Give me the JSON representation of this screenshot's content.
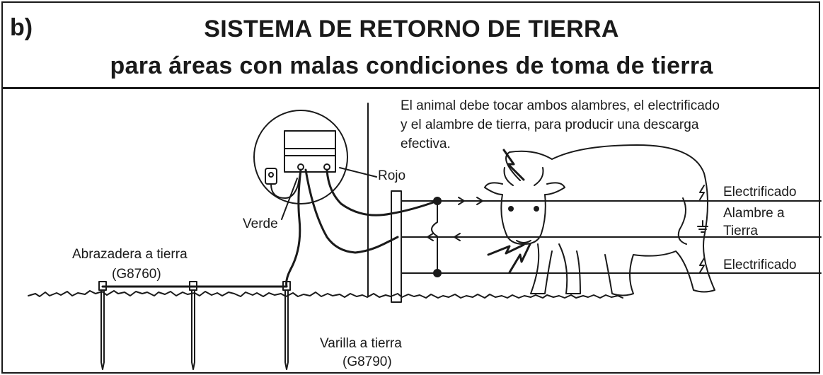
{
  "header": {
    "panel_letter": "b)",
    "title_line1": "SISTEMA DE RETORNO DE TIERRA",
    "title_line2": "para áreas con malas condiciones de toma de tierra"
  },
  "labels": {
    "note_line1": "El animal debe tocar ambos alambres, el electrificado",
    "note_line2": "y el alambre de tierra, para producir una descarga",
    "note_line3": "efectiva.",
    "rojo": "Rojo",
    "verde": "Verde",
    "clamp_name": "Abrazadera a tierra",
    "clamp_code": "(G8760)",
    "rod_name": "Varilla a tierra",
    "rod_code": "(G8790)",
    "wire_top": "Electrificado",
    "wire_ground_1": "Alambre a",
    "wire_ground_2": "Tierra",
    "wire_bottom": "Electrificado"
  },
  "colors": {
    "ink": "#1a1a1a",
    "background": "#ffffff"
  },
  "icons": [
    "lightning-icon",
    "ground-symbol-icon"
  ]
}
